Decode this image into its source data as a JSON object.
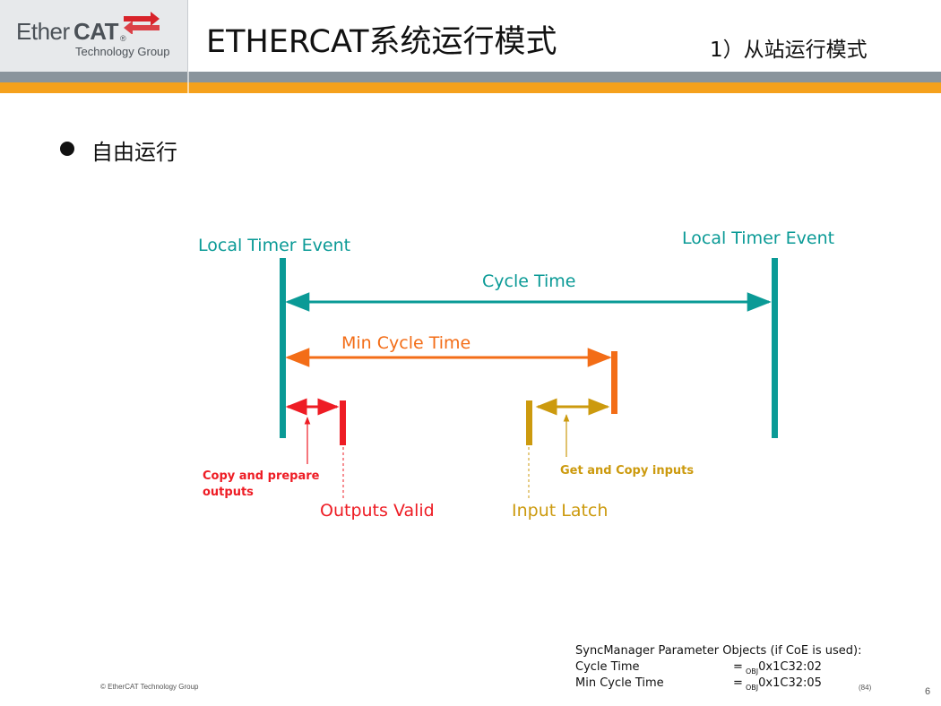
{
  "header": {
    "logo": {
      "brand_left": "Ether",
      "brand_right": "CAT",
      "registered": "®",
      "tagline": "Technology Group"
    },
    "title": "ETHERCAT系统运行模式",
    "subtitle": "1）从站运行模式"
  },
  "bullet": {
    "text": "自由运行"
  },
  "diagram": {
    "labels": {
      "local_timer_left": "Local Timer Event",
      "local_timer_right": "Local Timer Event",
      "cycle_time": "Cycle Time",
      "min_cycle_time": "Min Cycle Time",
      "copy_prepare_line1": "Copy and prepare",
      "copy_prepare_line2": "outputs",
      "get_copy_inputs": "Get and Copy inputs",
      "outputs_valid": "Outputs Valid",
      "input_latch": "Input Latch"
    },
    "colors": {
      "teal": "#0a9a96",
      "orange": "#f36d17",
      "red": "#ee1c24",
      "gold": "#cc9a0e"
    }
  },
  "footer": {
    "copyright": "© EtherCAT Technology Group",
    "syncmanager": {
      "heading": "SyncManager Parameter Objects (if CoE is used):",
      "rows": [
        {
          "key": "Cycle Time",
          "eq": "=",
          "sub": "OBJ",
          "value": "0x1C32:02"
        },
        {
          "key": "Min Cycle Time",
          "eq": "=",
          "sub": "OBJ",
          "value": "0x1C32:05"
        }
      ],
      "ref": "(84)"
    },
    "page_number": "6"
  }
}
